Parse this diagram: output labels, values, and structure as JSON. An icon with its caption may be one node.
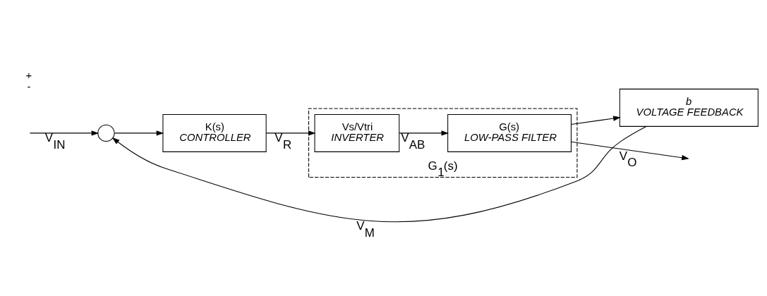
{
  "diagram": {
    "nodes": [
      {
        "text": [],
        "shape": "circle",
        "beside": [
          "+",
          "-"
        ]
      },
      {
        "text": [
          "K(s)",
          "CONTROLLER"
        ]
      },
      {
        "text": [
          "G$_{1}$(s)"
        ]
      },
      {
        "text": [
          "Vs/Vtri",
          "INVERTER"
        ],
        "in": 2
      },
      {
        "text": [
          "G(s)",
          "LOW-PASS FILTER"
        ],
        "in": 2
      },
      {
        "text": [
          "*b*",
          "VOLTAGE FEEDBACK"
        ]
      }
    ],
    "edges": [
      {
        "from": null,
        "to": 0,
        "arrow": "to",
        "label": "V$_{IN}$"
      },
      {
        "from": 0,
        "to": 1,
        "arrow": "to"
      },
      {
        "from": 1,
        "to": 3,
        "arrow": "to",
        "label": "V$_{R}$"
      },
      {
        "from": 3,
        "to": 4,
        "arrow": "to",
        "label": "V$_{AB}$"
      },
      {
        "from": 4,
        "to": null,
        "arrow": "to",
        "label": "V$_{O}$"
      },
      {
        "from": 4,
        "to": 5,
        "arrow": "to"
      },
      {
        "from": 5,
        "to": 0,
        "arrow": "to",
        "label": "V$_{M}$"
      }
    ]
  }
}
